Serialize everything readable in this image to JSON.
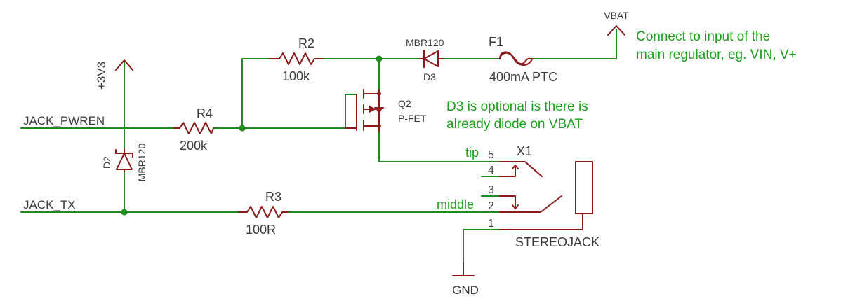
{
  "nets": {
    "vbat": "VBAT",
    "v3v3": "+3V3",
    "jack_pwren": "JACK_PWREN",
    "jack_tx": "JACK_TX",
    "gnd": "GND"
  },
  "parts": {
    "r2": {
      "ref": "R2",
      "value": "100k"
    },
    "r3": {
      "ref": "R3",
      "value": "100R"
    },
    "r4": {
      "ref": "R4",
      "value": "200k"
    },
    "d2": {
      "ref": "D2",
      "value": "MBR120"
    },
    "d3": {
      "ref": "D3",
      "value": "MBR120"
    },
    "f1": {
      "ref": "F1",
      "value": "400mA PTC"
    },
    "q2": {
      "ref": "Q2",
      "value": "P-FET"
    },
    "x1": {
      "ref": "X1",
      "value": "STEREOJACK"
    }
  },
  "pins": {
    "p5": "5",
    "p4": "4",
    "p3": "3",
    "p2": "2",
    "p1": "1",
    "tip": "tip",
    "middle": "middle"
  },
  "notes": {
    "vbat_line1": "Connect to input of the",
    "vbat_line2": "main regulator, eg. VIN, V+",
    "d3_line1": "D3 is optional is there is",
    "d3_line2": "already diode on VBAT"
  },
  "colors": {
    "wire": "#1a8c1a",
    "part": "#8b1a1a",
    "note": "#1aa01a",
    "text": "#3a3a3a"
  }
}
